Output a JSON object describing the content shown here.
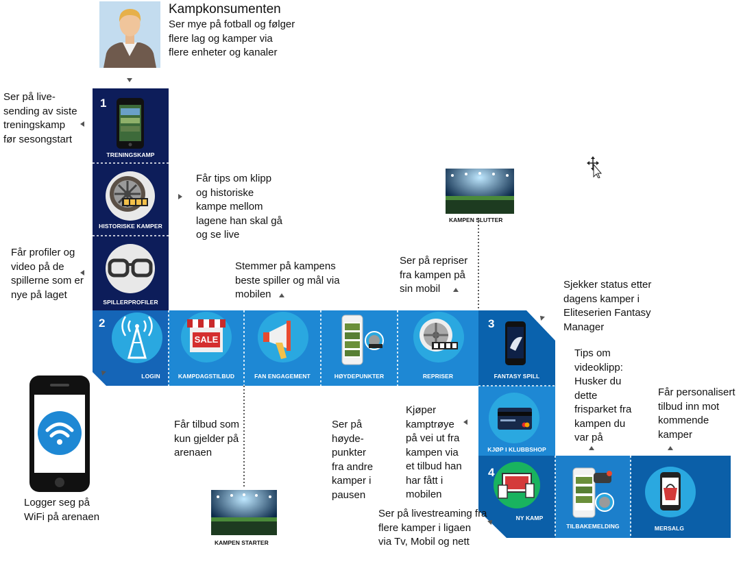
{
  "persona": {
    "title": "Kampkonsumenten",
    "description": "Ser mye på fotball og følger\nflere lag og kamper via\nflere enheter og kanaler"
  },
  "steps": {
    "s1": "1",
    "s2": "2",
    "s3": "3",
    "s4": "4"
  },
  "tiles": {
    "treningskamp": "TRENINGSKAMP",
    "historiske": "HISTORISKE KAMPER",
    "spillerprofiler": "SPILLERPROFILER",
    "login": "LOGIN",
    "kampdagstilbud": "KAMPDAGSTILBUD",
    "fan_engagement": "FAN ENGAGEMENT",
    "hoydepunkter": "HØYDEPUNKTER",
    "repriser": "REPRISER",
    "fantasy": "FANTASY SPILL",
    "klubbshop": "KJØP I KLUBBSHOP",
    "ny_kamp": "NY KAMP",
    "tilbakemelding": "TILBAKEMELDING",
    "mersalg": "MERSALG",
    "sale_sign": "SALE"
  },
  "captions": {
    "kampen_slutter": "KAMPEN SLUTTER",
    "kampen_starter": "KAMPEN STARTER"
  },
  "notes": {
    "treningskamp": "Ser på live-\nsending av siste\ntreningskamp\nfør sesongstart",
    "historiske": "Får tips om klipp\nog historiske\nkampe mellom\nlagene han skal gå\nog se live",
    "spillerprofiler": "Får profiler og\nvideo på de\nspillerne som er\nnye på laget",
    "fan_engagement": "Stemmer på kampens\nbeste spiller og mål via\nmobilen",
    "repriser": "Ser på repriser\nfra kampen på\nsin mobil",
    "fantasy": "Sjekker status etter\ndagens kamper i\nEliteserien Fantasy\nManager",
    "videoklipp": "Tips om\nvideoklipp:\nHusker du\ndette\nfrisparket fra\nkampen du\nvar på",
    "mersalg": "Får personalisert\ntilbud inn mot\nkommende\nkamper",
    "kampdagstilbud": "Får tilbud som\nkun gjelder på\narenaen",
    "hoydepunkter": "Ser på\nhøyde-\npunkter\nfra andre\nkamper i\npausen",
    "klubbshop": "Kjøper\nkamptrøye\npå vei ut fra\nkampen via\net tilbud han\nhar fått i\nmobilen",
    "livestreaming": "Ser på livestreaming fra\nflere kamper i ligaen\nvia Tv, Mobil og nett",
    "wifi": "Logger seg på\nWiFi på arenaen"
  },
  "colors": {
    "navy": "#0d1d5a",
    "blue": "#1b90d8",
    "blue_dark": "#0a6db6",
    "circle": "#2aa8e0"
  },
  "icons": {
    "persona": "person-avatar-icon",
    "wifi": "wifi-icon",
    "cursor": "move-cursor-icon"
  }
}
